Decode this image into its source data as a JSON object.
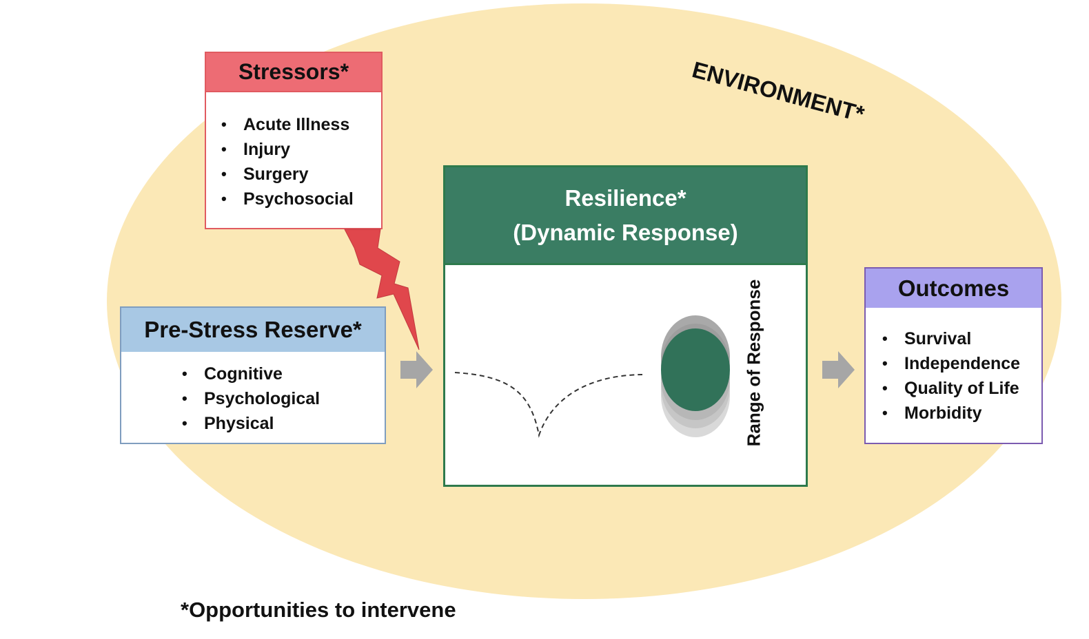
{
  "environment": {
    "label": "ENVIRONMENT*",
    "fill_color": "#fbe8b6"
  },
  "stressors": {
    "title": "Stressors*",
    "items": [
      "Acute Illness",
      "Injury",
      "Surgery",
      "Psychosocial"
    ],
    "header_color": "#ed6c74",
    "bolt_color": "#e0474c"
  },
  "pre_stress_reserve": {
    "title": "Pre-Stress Reserve*",
    "items": [
      "Cognitive",
      "Psychological",
      "Physical"
    ],
    "header_color": "#a8c8e4"
  },
  "resilience": {
    "title_line1": "Resilience*",
    "title_line2": "(Dynamic Response)",
    "header_color": "#3a7d63",
    "range_label": "Range of Response",
    "response_color": "#317259"
  },
  "outcomes": {
    "title": "Outcomes",
    "items": [
      "Survival",
      "Independence",
      "Quality of Life",
      "Morbidity"
    ],
    "header_color": "#a9a2ee"
  },
  "arrow_color": "#a6a6a6",
  "footnote": "*Opportunities to intervene"
}
